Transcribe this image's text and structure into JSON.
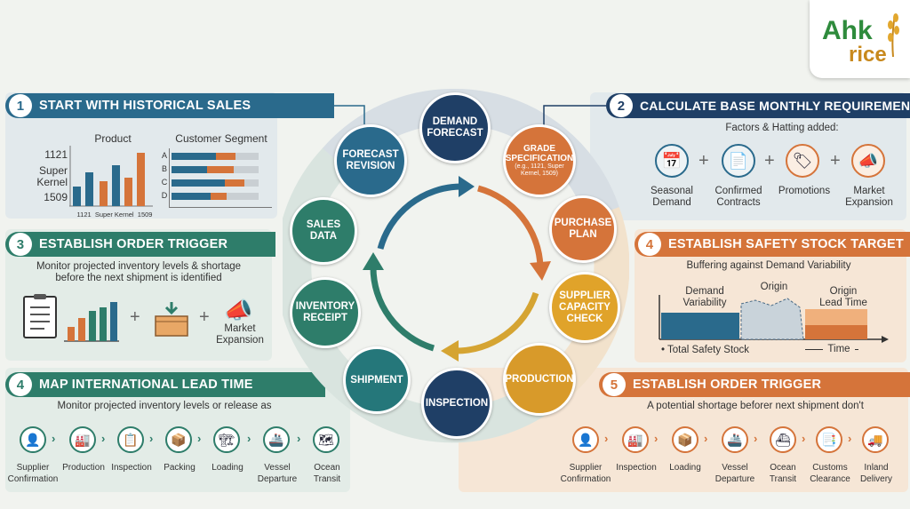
{
  "logo": {
    "line1": "Ahk",
    "line2": "rice"
  },
  "colors": {
    "blue": "#2a6a8c",
    "green": "#2e7d6a",
    "orange": "#d5743a",
    "navy": "#1f3f66",
    "teal": "#25777a",
    "amber": "#e0a32a"
  },
  "panel1": {
    "num": "1",
    "title": "START WITH HISTORICAL SALES",
    "chart_title": "Product",
    "y_labels": [
      "1121",
      "Super\nKernel",
      "1509"
    ],
    "x_labels": "1121  Super Kernel  1509",
    "seg_title": "Customer Segment",
    "seg_rows": [
      "A",
      "B",
      "C",
      "D"
    ]
  },
  "panel2": {
    "num": "2",
    "title": "CALCULATE BASE MONTHLY REQUIREMENT",
    "subtitle": "Factors & Hatting added:",
    "items": [
      "Seasonal\nDemand",
      "Confirmed\nContracts",
      "Promotions",
      "Market\nExpansion"
    ]
  },
  "panel3": {
    "num": "3",
    "title": "ESTABLISH ORDER TRIGGER",
    "desc": "Monitor projected inventory levels & shortage\nbefore the next shipment is identified",
    "market": "Market\nExpansion"
  },
  "panel4a": {
    "num": "4",
    "title": "ESTABLISH SAFETY STOCK TARGET",
    "subtitle": "Buffering against Demand Variability",
    "demand": "Demand\nVariability",
    "origin": "Origin",
    "origin_lead": "Origin\nLead Time",
    "total": "• Total Safety Stock",
    "time": "Time"
  },
  "panel4b": {
    "num": "4",
    "title": "MAP INTERNATIONAL LEAD TIME",
    "desc": "Monitor projected inventory levels or release as",
    "steps": [
      "Supplier\nConfirmation",
      "Production",
      "Inspection",
      "Packing",
      "Loading",
      "Vessel\nDeparture",
      "Ocean\nTransit"
    ]
  },
  "panel5": {
    "num": "5",
    "title": "ESTABLISH ORDER TRIGGER",
    "desc": "A potential shortage beforer next shipment don't",
    "steps": [
      "Supplier\nConfirmation",
      "Inspection",
      "Loading",
      "Vessel\nDeparture",
      "Ocean\nTransit",
      "Customs\nClearance",
      "Inland\nDelivery"
    ]
  },
  "cycle": {
    "demand": "DEMAND\nFORECAST",
    "grade": "GRADE\nSPECIFICATION",
    "grade_sub": "(e.g., 1121, Super\nKernel, 1509)",
    "purchase": "PURCHASE\nPLAN",
    "supplier": "SUPPLIER\nCAPACITY\nCHECK",
    "production": "PRODUCTION",
    "inspection": "INSPECTION",
    "shipment": "SHIPMENT",
    "inventory": "INVENTORY\nRECEIPT",
    "sales": "SALES\nDATA",
    "forecast": "FORECAST\nREVISION"
  }
}
